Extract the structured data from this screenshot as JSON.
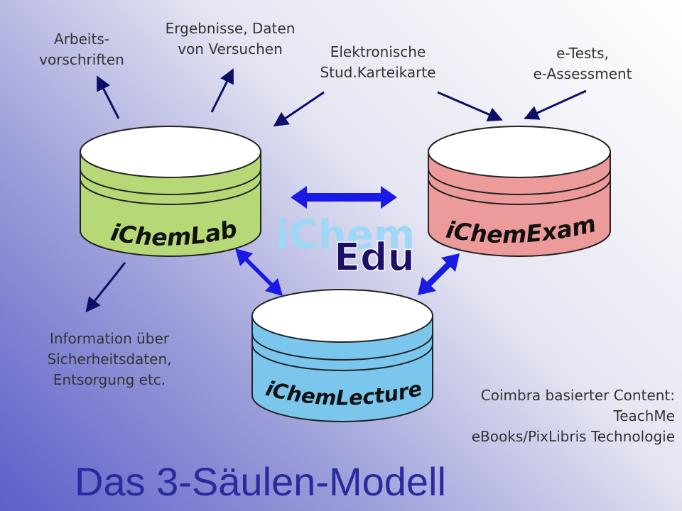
{
  "title": "Das 3-Säulen-Modell",
  "center_logo": {
    "top": "iChem",
    "bottom": "Edu"
  },
  "pillars": [
    {
      "id": "lab",
      "label": "iChemLab",
      "color": "#b6d877"
    },
    {
      "id": "exam",
      "label": "iChemExam",
      "color": "#ec9a9a"
    },
    {
      "id": "lecture",
      "label": "iChemLecture",
      "color": "#7bc6ec"
    }
  ],
  "labels": {
    "arbeitsvorschriften": "Arbeits-\nvorschriften",
    "ergebnisse": "Ergebnisse, Daten\nvon Versuchen",
    "elektronische": "Elektronische\nStud.Karteikarte",
    "etests": "e-Tests,\ne-Assessment",
    "information": "Information über\nSicherheitsdaten,\nEntsorgung etc.",
    "coimbra": "Coimbra basierter Content:\nTeachMe\neBooks/PixLibris Technologie"
  },
  "colors": {
    "arrow_dark": "#0b0f66",
    "arrow_blue": "#1a1ae6",
    "text": "#333333",
    "title": "#2a2a9e",
    "logo_top": "#9fd8f6",
    "logo_bottom": "#1b0f66"
  }
}
